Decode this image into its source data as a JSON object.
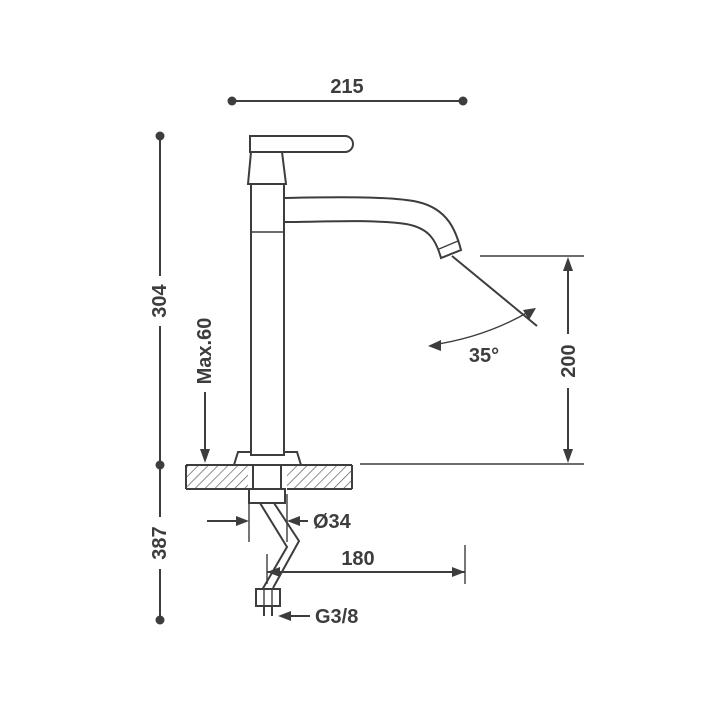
{
  "drawing": {
    "colors": {
      "line": "#3d3d3d",
      "background": "#ffffff"
    },
    "dimensions": {
      "top_width": "215",
      "upper_height": "304",
      "lower_height": "387",
      "max_deck_thickness": "Max.60",
      "body_diameter": "Ø34",
      "spout_reach": "180",
      "supply_thread": "G3/8",
      "spout_height": "200",
      "spout_angle": "35°"
    }
  }
}
